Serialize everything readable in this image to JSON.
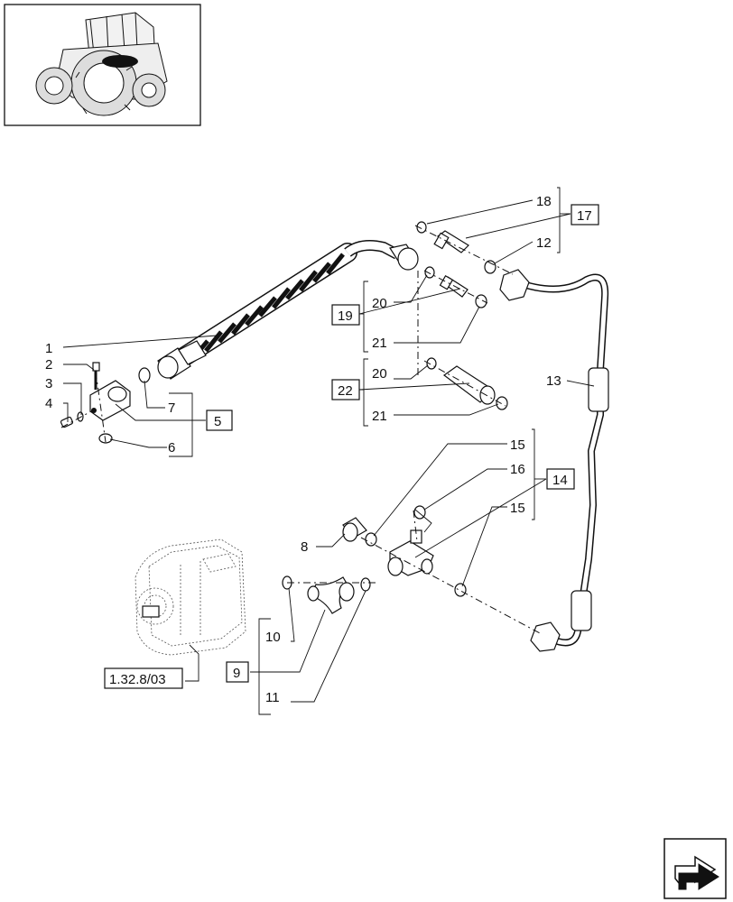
{
  "diagram": {
    "callouts": {
      "c1": "1",
      "c2": "2",
      "c3": "3",
      "c4": "4",
      "c5": "5",
      "c6": "6",
      "c7": "7",
      "c8": "8",
      "c9": "9",
      "c10": "10",
      "c11": "11",
      "c12": "12",
      "c13": "13",
      "c14": "14",
      "c15a": "15",
      "c15b": "15",
      "c16": "16",
      "c17": "17",
      "c18": "18",
      "c19": "19",
      "c20a": "20",
      "c20b": "20",
      "c21a": "21",
      "c21b": "21",
      "c22": "22"
    },
    "reference": "1.32.8/03"
  },
  "icons": {
    "thumbnail": "tractor-location-icon",
    "nav": "next-page-arrow-icon"
  }
}
